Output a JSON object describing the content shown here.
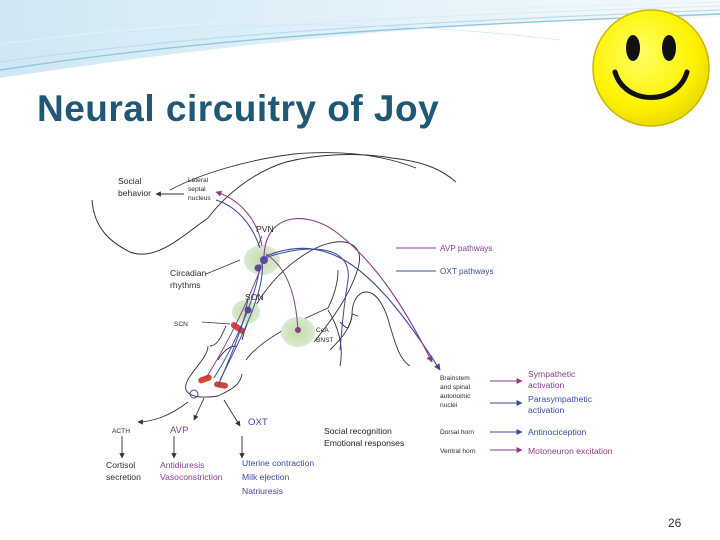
{
  "slide": {
    "title": "Neural circuitry of Joy",
    "page_number": "26",
    "accent_color": "#1f5876",
    "smiley_icon": "smiley-face-icon"
  },
  "diagram": {
    "top_labels": {
      "social_behavior_1": "Social",
      "social_behavior_2": "behavior",
      "lateral_septal_1": "Lateral",
      "lateral_septal_2": "septal",
      "lateral_septal_3": "nucleus"
    },
    "nuclei": {
      "pvn": "PVN",
      "son": "SON",
      "scn": "SCN",
      "cea": "CeA",
      "bnst": "BNST"
    },
    "circadian_1": "Circadian",
    "circadian_2": "rhythms",
    "legend": {
      "avp": "AVP pathways",
      "oxt": "OXT pathways"
    },
    "targets": {
      "brainstem_1": "Brainstem",
      "brainstem_2": "and spinal",
      "brainstem_3": "autonomic",
      "brainstem_4": "nuclei",
      "dorsal_horn": "Dorsal horn",
      "ventral_horn": "Ventral horn"
    },
    "effects": {
      "sympathetic_1": "Sympathetic",
      "sympathetic_2": "activation",
      "parasympathetic_1": "Parasympathetic",
      "parasympathetic_2": "activation",
      "antinociception": "Antinociception",
      "motoneuron": "Motoneuron excitation"
    },
    "social_recognition": "Social recognition",
    "emotional_responses": "Emotional responses",
    "acth": "ACTH",
    "avp": "AVP",
    "oxt": "OXT",
    "cortisol_1": "Cortisol",
    "cortisol_2": "secretion",
    "antidiuresis": "Antidiuresis",
    "vasoconstriction": "Vasoconstriction",
    "uterine": "Uterine contraction",
    "milk": "Milk ejection",
    "natriuresis": "Natriuresis"
  }
}
